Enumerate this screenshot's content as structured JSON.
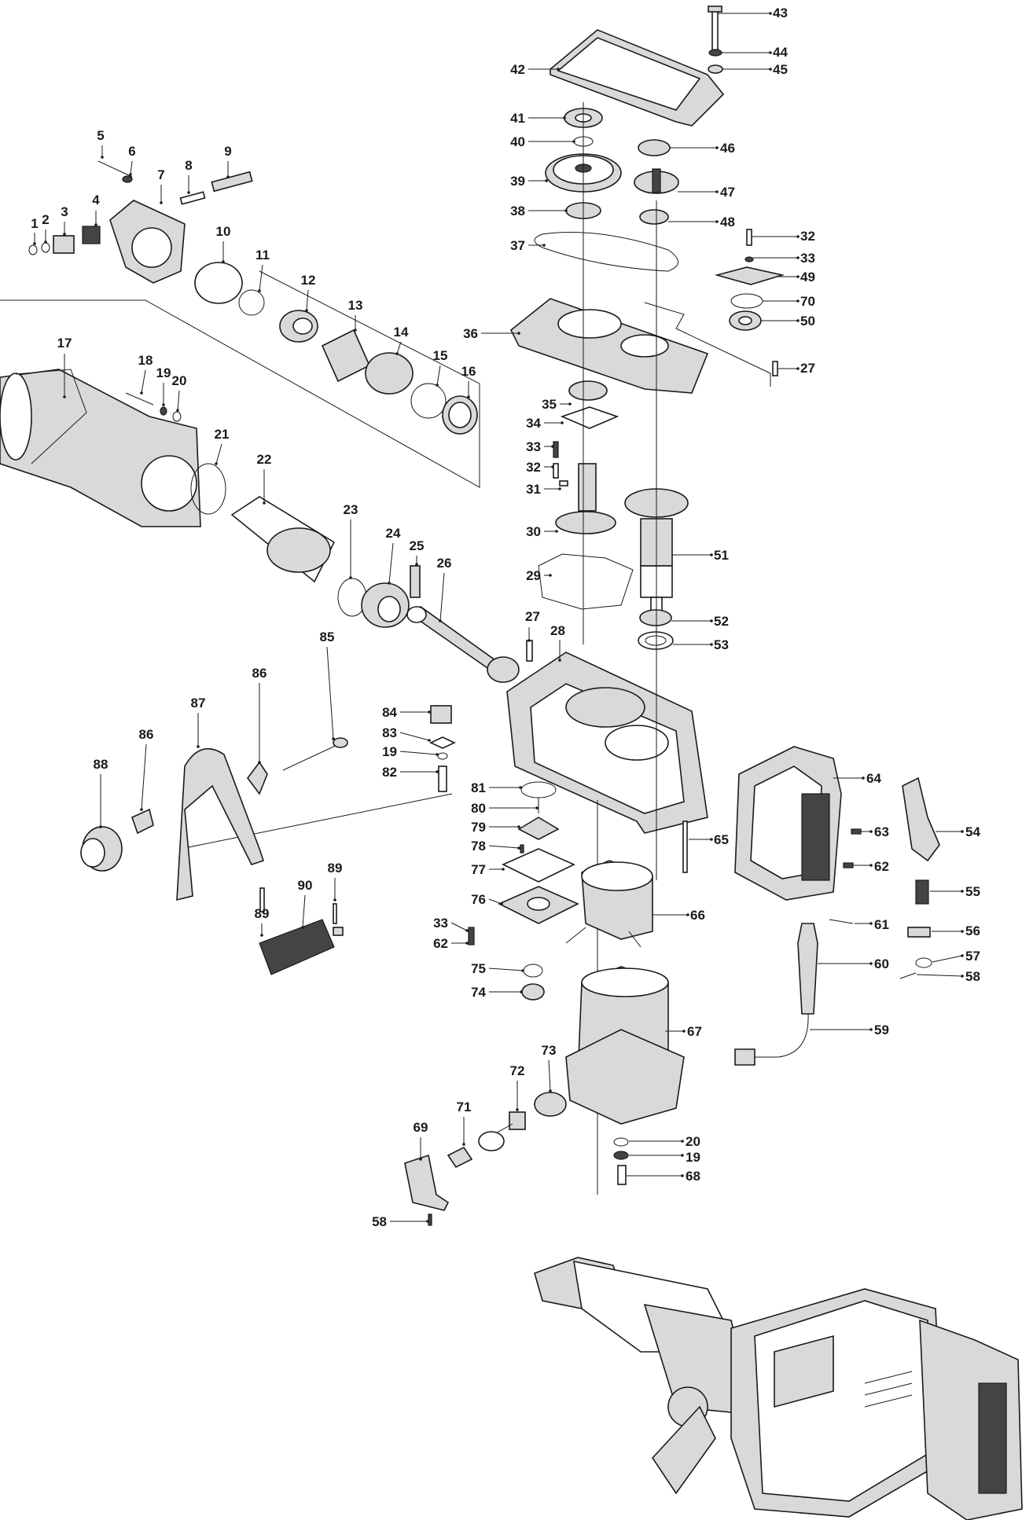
{
  "diagram": {
    "callouts": [
      {
        "id": "c-43",
        "text": "43"
      },
      {
        "id": "c-44",
        "text": "44"
      },
      {
        "id": "c-45",
        "text": "45"
      },
      {
        "id": "c-42",
        "text": "42"
      },
      {
        "id": "c-41",
        "text": "41"
      },
      {
        "id": "c-40",
        "text": "40"
      },
      {
        "id": "c-46",
        "text": "46"
      },
      {
        "id": "c-39",
        "text": "39"
      },
      {
        "id": "c-47",
        "text": "47"
      },
      {
        "id": "c-38",
        "text": "38"
      },
      {
        "id": "c-48",
        "text": "48"
      },
      {
        "id": "c-37",
        "text": "37"
      },
      {
        "id": "c-32a",
        "text": "32"
      },
      {
        "id": "c-33a",
        "text": "33"
      },
      {
        "id": "c-49",
        "text": "49"
      },
      {
        "id": "c-70",
        "text": "70"
      },
      {
        "id": "c-50",
        "text": "50"
      },
      {
        "id": "c-36",
        "text": "36"
      },
      {
        "id": "c-27a",
        "text": "27"
      },
      {
        "id": "c-35",
        "text": "35"
      },
      {
        "id": "c-34",
        "text": "34"
      },
      {
        "id": "c-33b",
        "text": "33"
      },
      {
        "id": "c-32b",
        "text": "32"
      },
      {
        "id": "c-31",
        "text": "31"
      },
      {
        "id": "c-30",
        "text": "30"
      },
      {
        "id": "c-51",
        "text": "51"
      },
      {
        "id": "c-29",
        "text": "29"
      },
      {
        "id": "c-52",
        "text": "52"
      },
      {
        "id": "c-53",
        "text": "53"
      },
      {
        "id": "c-27b",
        "text": "27"
      },
      {
        "id": "c-28",
        "text": "28"
      },
      {
        "id": "c-5",
        "text": "5"
      },
      {
        "id": "c-6",
        "text": "6"
      },
      {
        "id": "c-7",
        "text": "7"
      },
      {
        "id": "c-8",
        "text": "8"
      },
      {
        "id": "c-9",
        "text": "9"
      },
      {
        "id": "c-1",
        "text": "1"
      },
      {
        "id": "c-2",
        "text": "2"
      },
      {
        "id": "c-3",
        "text": "3"
      },
      {
        "id": "c-4",
        "text": "4"
      },
      {
        "id": "c-10",
        "text": "10"
      },
      {
        "id": "c-11",
        "text": "11"
      },
      {
        "id": "c-12",
        "text": "12"
      },
      {
        "id": "c-13",
        "text": "13"
      },
      {
        "id": "c-14",
        "text": "14"
      },
      {
        "id": "c-15",
        "text": "15"
      },
      {
        "id": "c-16",
        "text": "16"
      },
      {
        "id": "c-17",
        "text": "17"
      },
      {
        "id": "c-18",
        "text": "18"
      },
      {
        "id": "c-19a",
        "text": "19"
      },
      {
        "id": "c-20a",
        "text": "20"
      },
      {
        "id": "c-21",
        "text": "21"
      },
      {
        "id": "c-22",
        "text": "22"
      },
      {
        "id": "c-23",
        "text": "23"
      },
      {
        "id": "c-24",
        "text": "24"
      },
      {
        "id": "c-25",
        "text": "25"
      },
      {
        "id": "c-26",
        "text": "26"
      },
      {
        "id": "c-85",
        "text": "85"
      },
      {
        "id": "c-86a",
        "text": "86"
      },
      {
        "id": "c-87",
        "text": "87"
      },
      {
        "id": "c-86b",
        "text": "86"
      },
      {
        "id": "c-88",
        "text": "88"
      },
      {
        "id": "c-84",
        "text": "84"
      },
      {
        "id": "c-83",
        "text": "83"
      },
      {
        "id": "c-19b",
        "text": "19"
      },
      {
        "id": "c-82",
        "text": "82"
      },
      {
        "id": "c-81",
        "text": "81"
      },
      {
        "id": "c-80",
        "text": "80"
      },
      {
        "id": "c-79",
        "text": "79"
      },
      {
        "id": "c-78",
        "text": "78"
      },
      {
        "id": "c-77",
        "text": "77"
      },
      {
        "id": "c-76",
        "text": "76"
      },
      {
        "id": "c-33c",
        "text": "33"
      },
      {
        "id": "c-62a",
        "text": "62"
      },
      {
        "id": "c-75",
        "text": "75"
      },
      {
        "id": "c-74",
        "text": "74"
      },
      {
        "id": "c-89a",
        "text": "89"
      },
      {
        "id": "c-90",
        "text": "90"
      },
      {
        "id": "c-89b",
        "text": "89"
      },
      {
        "id": "c-64",
        "text": "64"
      },
      {
        "id": "c-63",
        "text": "63"
      },
      {
        "id": "c-54",
        "text": "54"
      },
      {
        "id": "c-65",
        "text": "65"
      },
      {
        "id": "c-62b",
        "text": "62"
      },
      {
        "id": "c-55",
        "text": "55"
      },
      {
        "id": "c-66",
        "text": "66"
      },
      {
        "id": "c-61",
        "text": "61"
      },
      {
        "id": "c-56",
        "text": "56"
      },
      {
        "id": "c-57",
        "text": "57"
      },
      {
        "id": "c-60",
        "text": "60"
      },
      {
        "id": "c-58a",
        "text": "58"
      },
      {
        "id": "c-59",
        "text": "59"
      },
      {
        "id": "c-67",
        "text": "67"
      },
      {
        "id": "c-73",
        "text": "73"
      },
      {
        "id": "c-72",
        "text": "72"
      },
      {
        "id": "c-71",
        "text": "71"
      },
      {
        "id": "c-69",
        "text": "69"
      },
      {
        "id": "c-20b",
        "text": "20"
      },
      {
        "id": "c-19c",
        "text": "19"
      },
      {
        "id": "c-68",
        "text": "68"
      },
      {
        "id": "c-58b",
        "text": "58"
      }
    ]
  }
}
